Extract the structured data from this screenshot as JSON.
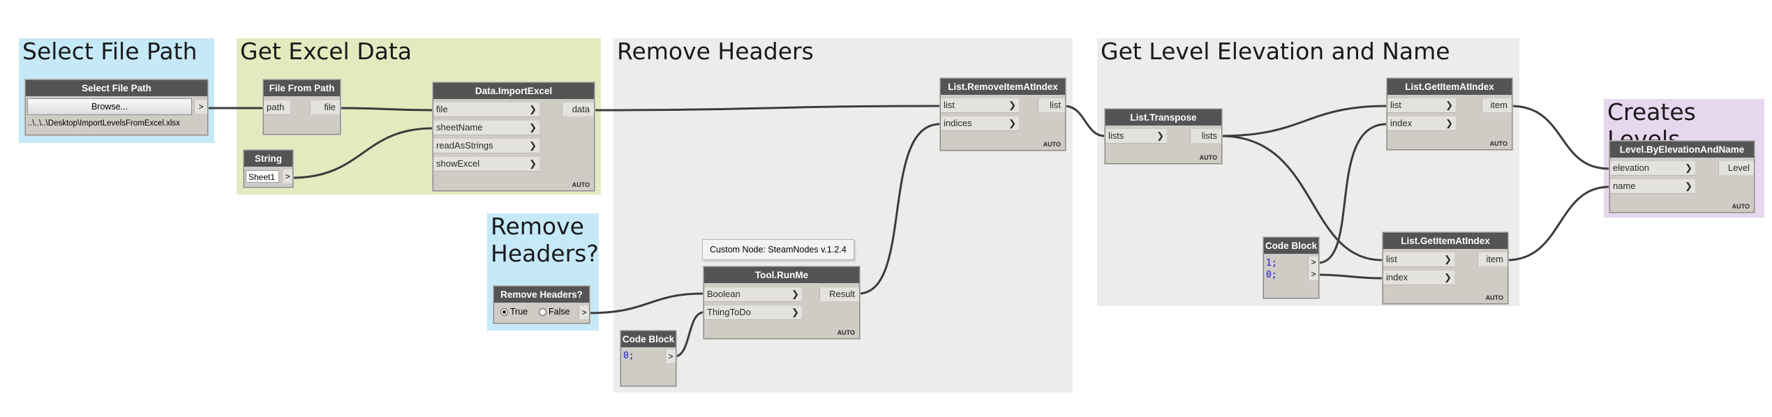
{
  "groups": [
    {
      "id": "select_file_path",
      "title": "Select File Path",
      "color": "#c6e9f8"
    },
    {
      "id": "get_excel_data",
      "title": "Get Excel Data",
      "color": "#e2ebbf"
    },
    {
      "id": "remove_headers_q",
      "title": "Remove\nHeaders?",
      "color": "#c6e9f8"
    },
    {
      "id": "remove_headers",
      "title": "Remove Headers",
      "color": "#ececec"
    },
    {
      "id": "get_level",
      "title": "Get Level Elevation and Name",
      "color": "#ececec"
    },
    {
      "id": "creates_levels",
      "title": "Creates Levels",
      "color": "#e6d6ee"
    }
  ],
  "nodes": {
    "select_file_path": {
      "title": "Select File Path",
      "button": "Browse...",
      "path": "..\\..\\..\\Desktop\\ImportLevelsFromExcel.xlsx",
      "out": ">"
    },
    "file_from_path": {
      "title": "File From Path",
      "in": [
        "path"
      ],
      "out": [
        "file"
      ]
    },
    "string": {
      "title": "String",
      "value": "Sheet1",
      "out": ">"
    },
    "import_excel": {
      "title": "Data.ImportExcel",
      "in": [
        "file",
        "sheetName",
        "readAsStrings",
        "showExcel"
      ],
      "out": [
        "data"
      ],
      "lacing": "AUTO"
    },
    "remove_headers_toggle": {
      "title": "Remove Headers?",
      "true_label": "True",
      "false_label": "False",
      "selected": "True",
      "out": ">"
    },
    "tool_runme": {
      "title": "Tool.RunMe",
      "tooltip": "Custom Node: SteamNodes v.1.2.4",
      "in": [
        "Boolean",
        "ThingToDo"
      ],
      "out": [
        "Result"
      ],
      "lacing": "AUTO"
    },
    "code_block_1": {
      "title": "Code Block",
      "code": "0;",
      "out": ">"
    },
    "remove_item": {
      "title": "List.RemoveItemAtIndex",
      "in": [
        "list",
        "indices"
      ],
      "out": [
        "list"
      ],
      "lacing": "AUTO"
    },
    "transpose": {
      "title": "List.Transpose",
      "in": [
        "lists"
      ],
      "out": [
        "lists"
      ],
      "lacing": "AUTO"
    },
    "get_item_1": {
      "title": "List.GetItemAtIndex",
      "in": [
        "list",
        "index"
      ],
      "out": [
        "item"
      ],
      "lacing": "AUTO"
    },
    "code_block_2": {
      "title": "Code Block",
      "code_lines": [
        "1;",
        "0;"
      ],
      "out": ">"
    },
    "get_item_2": {
      "title": "List.GetItemAtIndex",
      "in": [
        "list",
        "index"
      ],
      "out": [
        "item"
      ],
      "lacing": "AUTO"
    },
    "level": {
      "title": "Level.ByElevationAndName",
      "in": [
        "elevation",
        "name"
      ],
      "out": [
        "Level"
      ],
      "lacing": "AUTO"
    }
  },
  "colors": {
    "wire": "#3c3c3c",
    "node_header": "#545454",
    "node_body": "#cfcbc5",
    "code_text": "#1a1ad0"
  }
}
